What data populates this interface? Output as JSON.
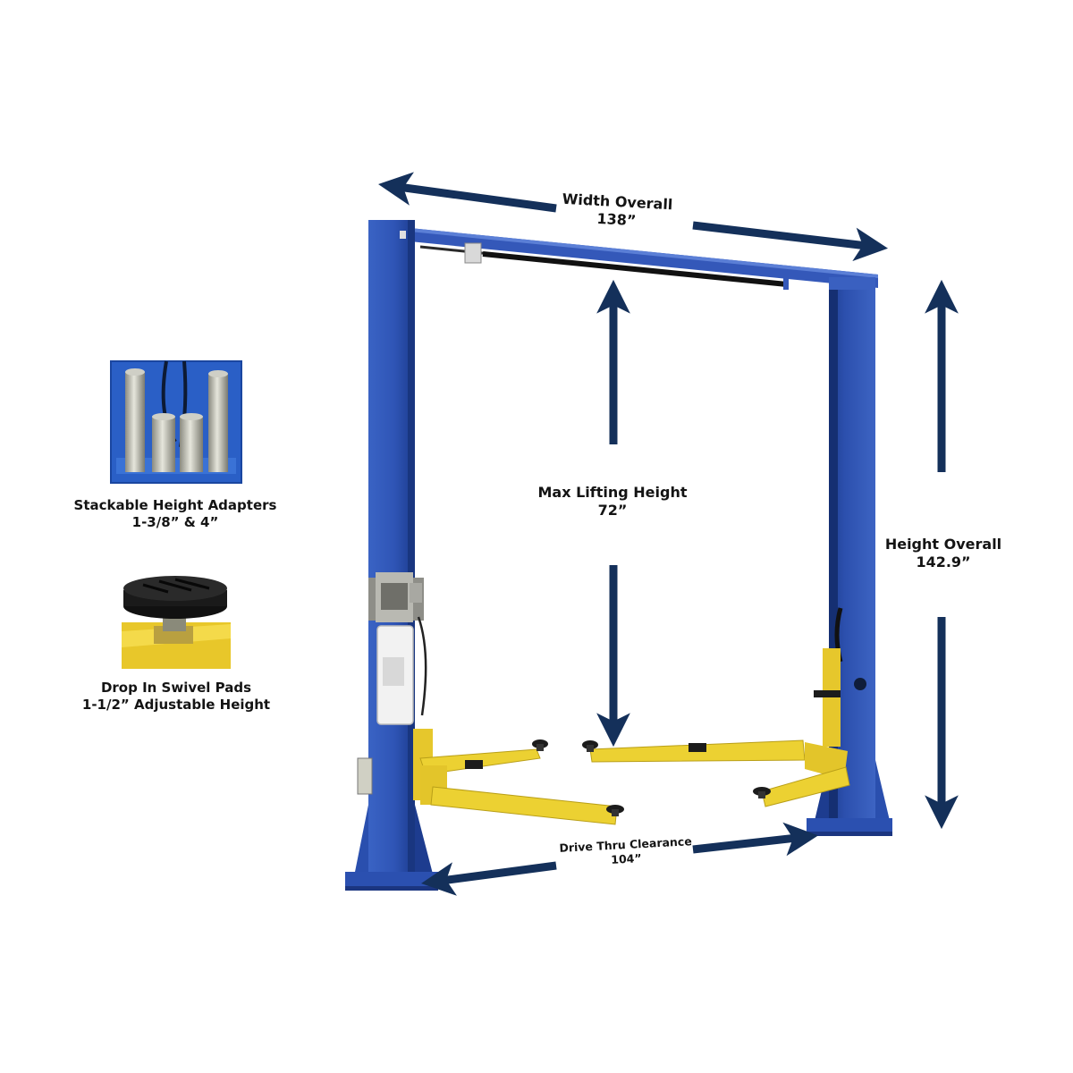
{
  "dimensions": {
    "width_overall": {
      "label": "Width Overall",
      "value": "138”"
    },
    "max_lifting_height": {
      "label": "Max Lifting Height",
      "value": "72”"
    },
    "height_overall": {
      "label": "Height Overall",
      "value": "142.9”"
    },
    "drive_thru_clearance": {
      "label": "Drive Thru Clearance",
      "value": "104”"
    }
  },
  "features": {
    "height_adapters": {
      "title": "Stackable Height Adapters",
      "detail": "1-3/8” & 4”"
    },
    "swivel_pads": {
      "title": "Drop In Swivel Pads",
      "detail": "1-1/2” Adjustable Height"
    }
  },
  "colors": {
    "arrow": "#14305a",
    "column_blue": "#2f56b8",
    "arm_yellow": "#ecd132",
    "pad_black": "#1c1c1c",
    "label_text": "#141414"
  }
}
